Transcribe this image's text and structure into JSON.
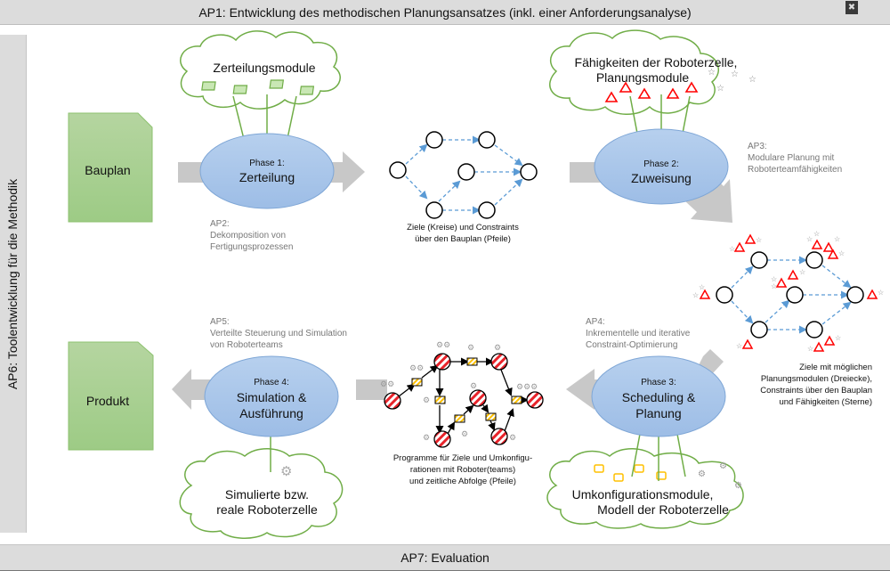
{
  "header": {
    "title": "AP1: Entwicklung des methodischen Planungsansatzes (inkl. einer Anforderungsanalyse)",
    "fullscreen_icon": "fullscreen-icon"
  },
  "sidebar": {
    "label": "AP6: Toolentwicklung für die Methodik"
  },
  "footer": {
    "label": "AP7: Evaluation"
  },
  "documents": {
    "input": "Bauplan",
    "output": "Produkt"
  },
  "phases": [
    {
      "caption": "Phase 1:",
      "lines": [
        "Zerteilung"
      ]
    },
    {
      "caption": "Phase 2:",
      "lines": [
        "Zuweisung"
      ]
    },
    {
      "caption": "Phase 3:",
      "lines": [
        "Scheduling &",
        "Planung"
      ]
    },
    {
      "caption": "Phase 4:",
      "lines": [
        "Simulation &",
        "Ausführung"
      ]
    }
  ],
  "clouds": [
    {
      "lines": [
        "Zerteilungsmodule"
      ]
    },
    {
      "lines": [
        "Fähigkeiten der Roboterzelle,",
        "Planungsmodule"
      ]
    },
    {
      "lines": [
        "Umkonfigurationsmodule,",
        "Modell der Roboterzelle"
      ]
    },
    {
      "lines": [
        "Simulierte bzw.",
        "reale  Roboterzelle"
      ]
    }
  ],
  "work_packages": [
    {
      "title": "AP2:",
      "lines": [
        "Dekomposition von",
        "Fertigungsprozessen"
      ]
    },
    {
      "title": "AP3:",
      "lines": [
        "Modulare Planung mit",
        "Roboterteamfähigkeiten"
      ]
    },
    {
      "title": "AP4:",
      "lines": [
        "Inkrementelle und iterative",
        "Constraint-Optimierung"
      ]
    },
    {
      "title": "AP5:",
      "lines": [
        "Verteilte Steuerung und Simulation",
        "von Roboterteams"
      ]
    }
  ],
  "graph_captions": [
    {
      "lines": [
        "Ziele (Kreise) und Constraints",
        "über den Bauplan (Pfeile)"
      ]
    },
    {
      "lines": [
        "Ziele mit möglichen",
        "Planungsmodulen (Dreiecke),",
        "Constraints über den Bauplan",
        "und Fähigkeiten (Sterne)"
      ]
    },
    {
      "lines": [
        "Programme für Ziele und Umkonfigu-",
        "rationen mit Roboter(teams)",
        "und zeitliche Abfolge (Pfeile)"
      ]
    }
  ],
  "colors": {
    "phase_fill": "#a9c6e8",
    "phase_stroke": "#7ea6d6",
    "cloud_stroke": "#70ad47",
    "document_fill": "#a9d18e",
    "flow_arrow": "#c8c8c8",
    "dashed_arrow": "#5b9bd5",
    "triangle": "#ff0000",
    "module_box": "#ffc000"
  }
}
